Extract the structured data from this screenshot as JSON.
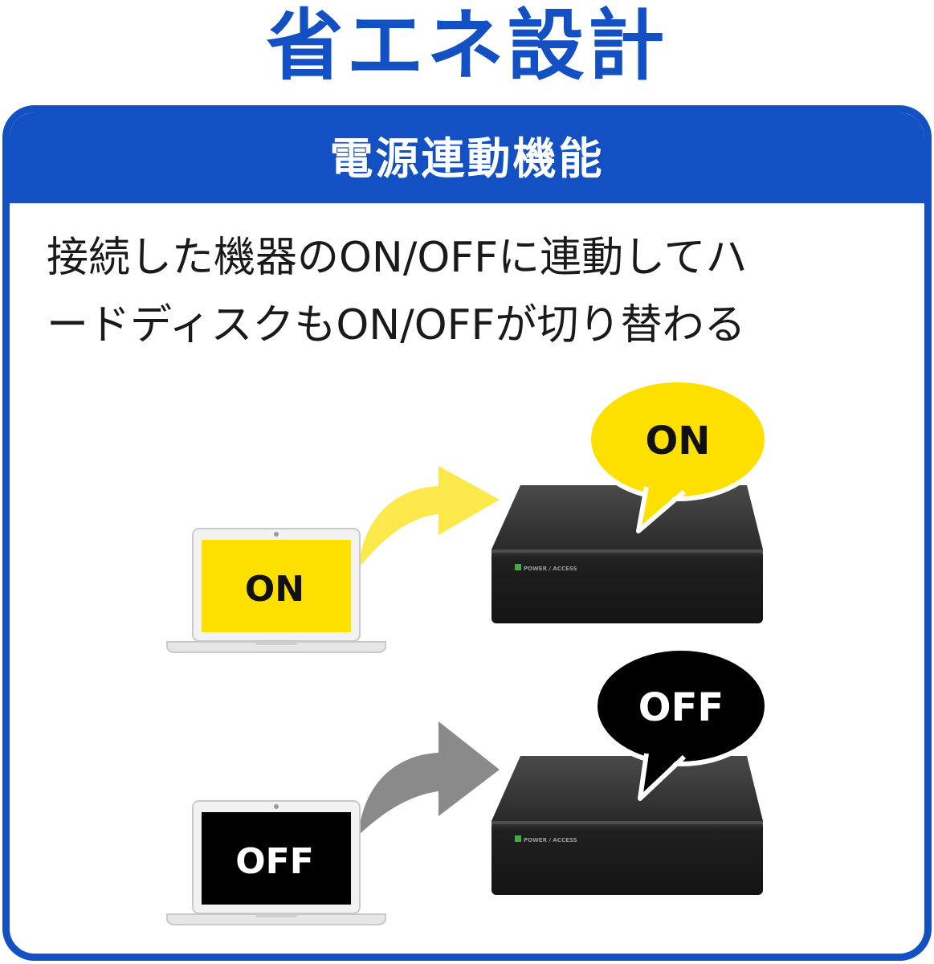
{
  "title": "省エネ設計",
  "panel": {
    "header": "電源連動機能",
    "description_line1": "接続した機器のON/OFFに連動してハ",
    "description_line2": "ードディスクもON/OFFが切り替わる"
  },
  "scene_on": {
    "laptop_screen_label": "ON",
    "bubble_label": "ON",
    "hdd_led_label": "POWER / ACCESS"
  },
  "scene_off": {
    "laptop_screen_label": "OFF",
    "bubble_label": "OFF",
    "hdd_led_label": "POWER / ACCESS"
  },
  "colors": {
    "brand_blue": "#1250c4",
    "on_yellow": "#fde000",
    "off_black": "#000000",
    "arrow_on": "#fbe84a",
    "arrow_off": "#8a8a8a",
    "led_green": "#49a84c"
  }
}
